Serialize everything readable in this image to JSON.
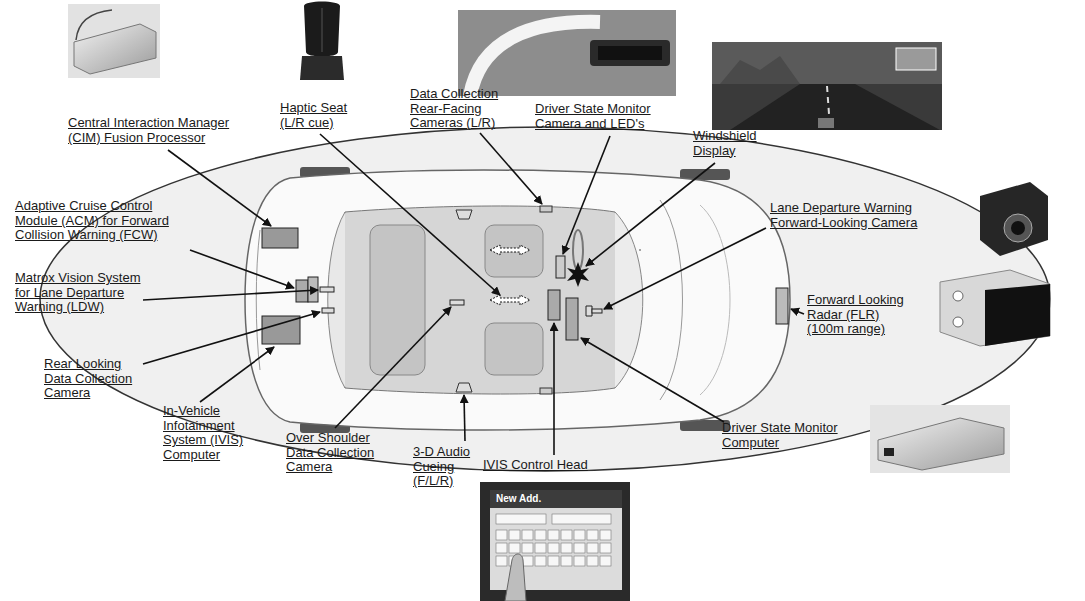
{
  "diagram": {
    "labels": [
      "Central Interaction Manager (CIM) Fusion Processor",
      "Haptic Seat (L/R cue)",
      "Data Collection Rear-Facing Cameras (L/R)",
      "Driver State Monitor Camera and LED's",
      "Windshield Display",
      "Adaptive Cruise Control Module (ACM) for Forward Collision Warning (FCW)",
      "Lane Departure Warning Forward-Looking Camera",
      "Matrox Vision System for Lane Departure Warning (LDW)",
      "Forward Looking Radar (FLR) (100m range)",
      "Rear Looking Data Collection Camera",
      "In-Vehicle Infotainment System (IVIS) Computer",
      "Over Shoulder Data Collection Camera",
      "3-D Audio Cueing (F/L/R)",
      "IVIS Control Head",
      "Driver State Monitor Computer",
      "New Add."
    ]
  }
}
